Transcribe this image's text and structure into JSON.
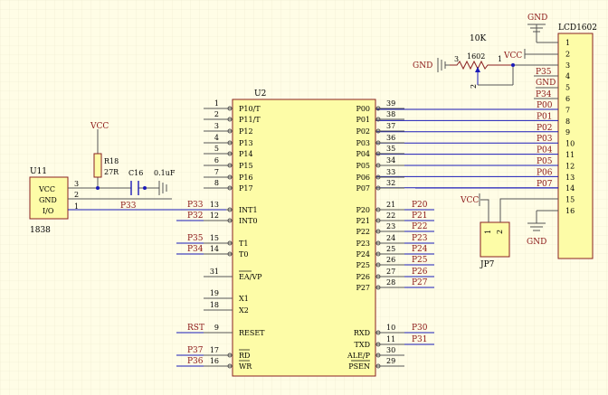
{
  "colors": {
    "background": "#fffde6",
    "grid": "#ece9cf",
    "component_fill": "#fdfca7",
    "component_stroke": "#8a2020",
    "label_red": "#8a1515",
    "wire_blue": "#1a1ab8",
    "text_dark": "#000000"
  },
  "lcd": {
    "designator": "LCD1602",
    "pins": [
      "1",
      "2",
      "3",
      "4",
      "5",
      "6",
      "7",
      "8",
      "9",
      "10",
      "11",
      "12",
      "13",
      "14",
      "15",
      "16"
    ],
    "net_labels": [
      "GND",
      "VCC",
      "P35",
      "GND",
      "P34",
      "P00",
      "P01",
      "P02",
      "P03",
      "P04",
      "P05",
      "P06",
      "P07"
    ]
  },
  "pot": {
    "value": "10K",
    "part": "1602",
    "pins": [
      "3",
      "1",
      "2"
    ]
  },
  "power": {
    "gnd": "GND",
    "vcc": "VCC"
  },
  "jp7": {
    "designator": "JP7",
    "pins": [
      "1",
      "2"
    ]
  },
  "u2": {
    "designator": "U2",
    "left_pins": [
      {
        "num": "1",
        "name": "P10/T"
      },
      {
        "num": "2",
        "name": "P11/T"
      },
      {
        "num": "3",
        "name": "P12"
      },
      {
        "num": "4",
        "name": "P13"
      },
      {
        "num": "5",
        "name": "P14"
      },
      {
        "num": "6",
        "name": "P15"
      },
      {
        "num": "7",
        "name": "P16"
      },
      {
        "num": "8",
        "name": "P17"
      },
      {
        "num": "13",
        "name": "INT1"
      },
      {
        "num": "12",
        "name": "INT0"
      },
      {
        "num": "15",
        "name": "T1"
      },
      {
        "num": "14",
        "name": "T0"
      },
      {
        "num": "31",
        "name": "EA/VP"
      },
      {
        "num": "19",
        "name": "X1"
      },
      {
        "num": "18",
        "name": "X2"
      },
      {
        "num": "9",
        "name": "RESET"
      },
      {
        "num": "17",
        "name": "RD"
      },
      {
        "num": "16",
        "name": "WR"
      }
    ],
    "right_pins": [
      {
        "num": "39",
        "name": "P00"
      },
      {
        "num": "38",
        "name": "P01"
      },
      {
        "num": "37",
        "name": "P02"
      },
      {
        "num": "36",
        "name": "P03"
      },
      {
        "num": "35",
        "name": "P04"
      },
      {
        "num": "34",
        "name": "P05"
      },
      {
        "num": "33",
        "name": "P06"
      },
      {
        "num": "32",
        "name": "P07"
      },
      {
        "num": "21",
        "name": "P20"
      },
      {
        "num": "22",
        "name": "P21"
      },
      {
        "num": "23",
        "name": "P22"
      },
      {
        "num": "24",
        "name": "P23"
      },
      {
        "num": "25",
        "name": "P24"
      },
      {
        "num": "26",
        "name": "P25"
      },
      {
        "num": "27",
        "name": "P26"
      },
      {
        "num": "28",
        "name": "P27"
      },
      {
        "num": "10",
        "name": "RXD"
      },
      {
        "num": "11",
        "name": "TXD"
      },
      {
        "num": "30",
        "name": "ALE/P"
      },
      {
        "num": "29",
        "name": "PSEN"
      }
    ],
    "left_net_labels": [
      "P33",
      "P32",
      "P35",
      "P34",
      "RST",
      "P37",
      "P36"
    ],
    "right_net_labels": [
      "P20",
      "P21",
      "P22",
      "P23",
      "P24",
      "P25",
      "P26",
      "P27",
      "P30",
      "P31"
    ]
  },
  "u11": {
    "designator": "U11",
    "part": "1838",
    "pin_names": [
      "VCC",
      "GND",
      "I/O"
    ],
    "pin_nums": [
      "3",
      "2",
      "1"
    ],
    "net_label": "P33"
  },
  "r18": {
    "designator": "R18",
    "value": "27R"
  },
  "c16": {
    "designator": "C16",
    "value": "0.1uF"
  }
}
